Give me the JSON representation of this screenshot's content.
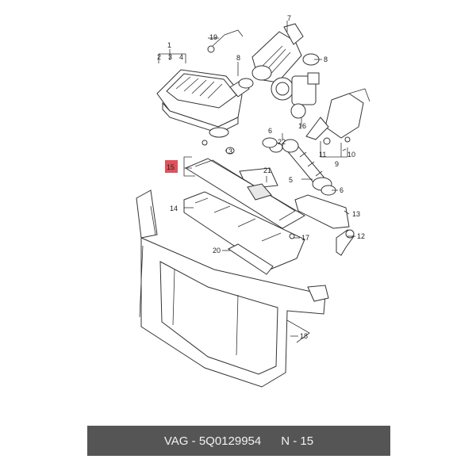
{
  "diagram": {
    "callouts": [
      "1",
      "2",
      "3",
      "4",
      "19",
      "7",
      "8",
      "9",
      "10",
      "11",
      "16",
      "22",
      "6",
      "3",
      "15",
      "21",
      "5",
      "6",
      "13",
      "14",
      "17",
      "12",
      "20",
      "18",
      "8"
    ],
    "highlighted_callout": "15",
    "colors": {
      "highlight": "#e0525a",
      "footer_bg": "#555555",
      "footer_text": "#f2f2f2",
      "line": "#333333"
    }
  },
  "footer": {
    "brand": "VAG",
    "separator": " - ",
    "part_number": "5Q0129954",
    "position_label": "N - 15"
  }
}
